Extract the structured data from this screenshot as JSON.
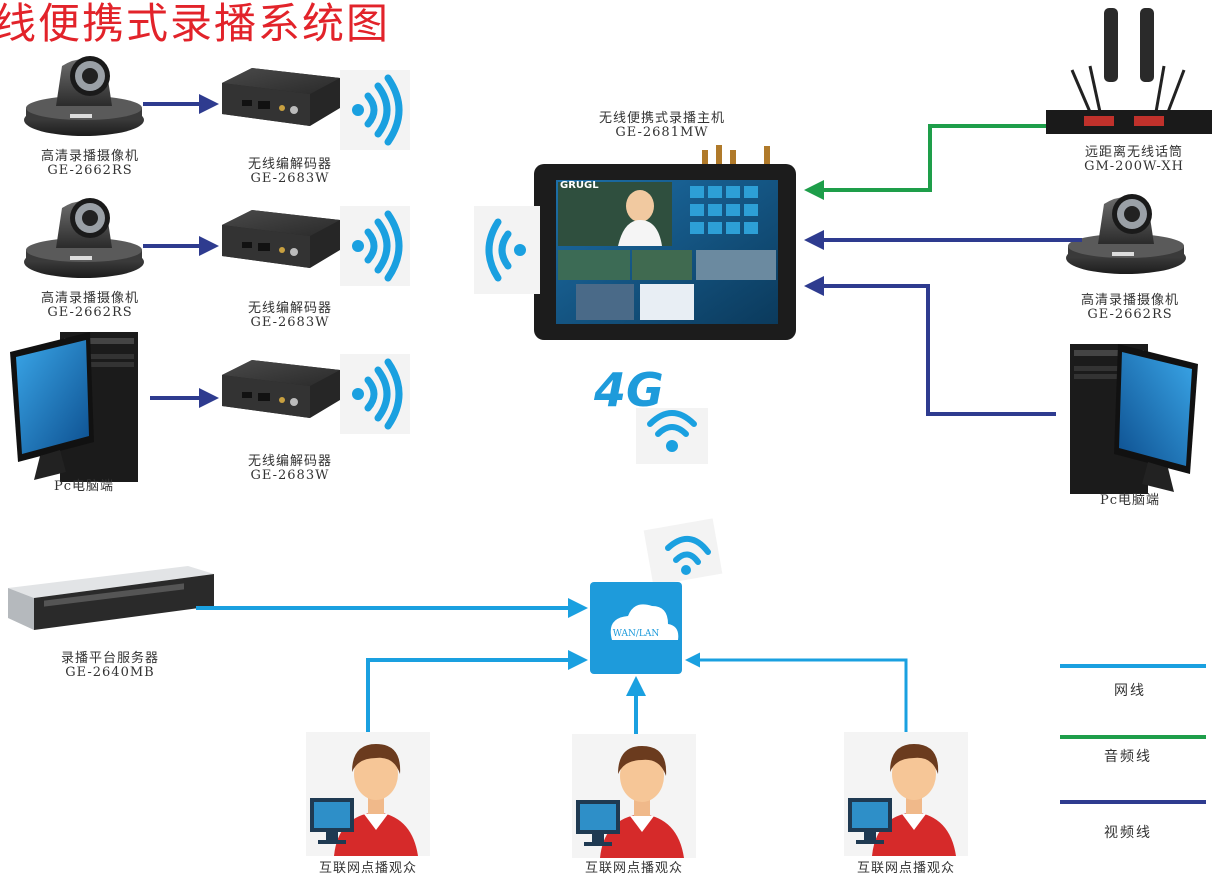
{
  "title": "线便携式录播系统图",
  "colors": {
    "network": "#1aa0e0",
    "audio": "#1e9e4a",
    "video": "#2e3b8f",
    "title": "#e2232a"
  },
  "host": {
    "name": "无线便携式录播主机",
    "model": "GE-2681MW",
    "brand": "GRUGL"
  },
  "left_sources": [
    {
      "name": "高清录播摄像机",
      "model": "GE-2662RS"
    },
    {
      "name": "高清录播摄像机",
      "model": "GE-2662RS"
    },
    {
      "name": "Pc电脑端",
      "model": ""
    }
  ],
  "encoders": [
    {
      "name": "无线编解码器",
      "model": "GE-2683W"
    },
    {
      "name": "无线编解码器",
      "model": "GE-2683W"
    },
    {
      "name": "无线编解码器",
      "model": "GE-2683W"
    }
  ],
  "right_sources": [
    {
      "name": "远距离无线话筒",
      "model": "GM-200W-XH"
    },
    {
      "name": "高清录播摄像机",
      "model": "GE-2662RS"
    },
    {
      "name": "Pc电脑端",
      "model": ""
    }
  ],
  "badge_4g": "4G",
  "cloud_label": "WAN/LAN",
  "server": {
    "name": "录播平台服务器",
    "model": "GE-2640MB"
  },
  "viewers": [
    "互联网点播观众",
    "互联网点播观众",
    "互联网点播观众"
  ],
  "legend": [
    {
      "label": "网线",
      "color": "#1aa0e0"
    },
    {
      "label": "音频线",
      "color": "#1e9e4a"
    },
    {
      "label": "视频线",
      "color": "#2e3b8f"
    }
  ]
}
